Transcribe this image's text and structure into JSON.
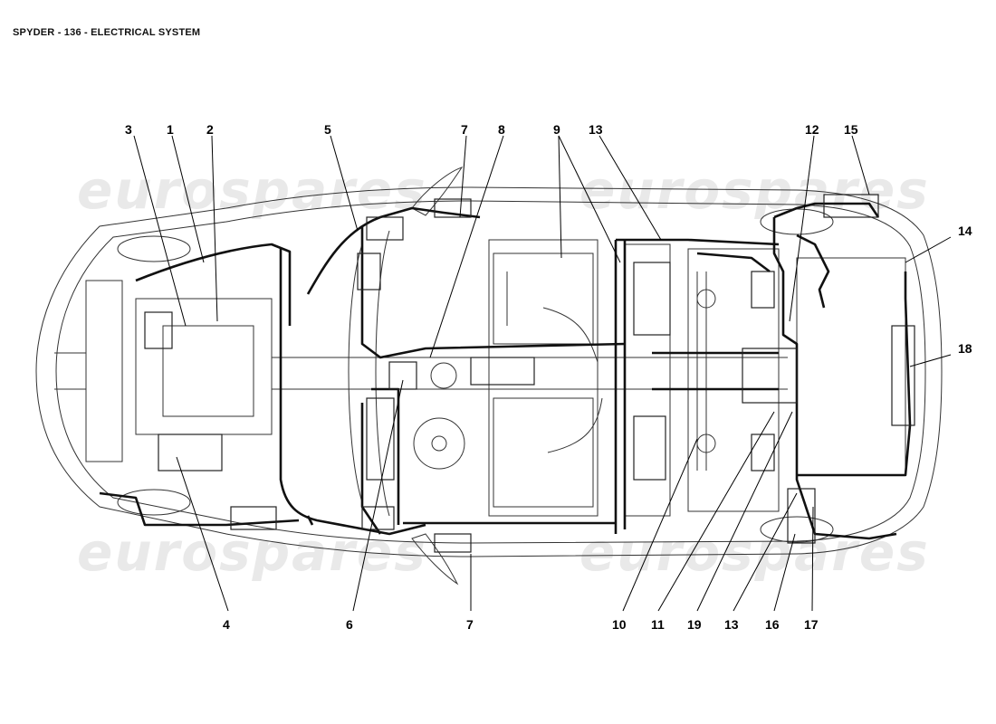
{
  "header": {
    "title": "SPYDER - 136 - ELECTRICAL SYSTEM"
  },
  "watermark": {
    "text": "eurospares"
  },
  "callouts": [
    {
      "id": "c-3",
      "label": "3"
    },
    {
      "id": "c-1",
      "label": "1"
    },
    {
      "id": "c-2",
      "label": "2"
    },
    {
      "id": "c-5",
      "label": "5"
    },
    {
      "id": "c-7a",
      "label": "7"
    },
    {
      "id": "c-8",
      "label": "8"
    },
    {
      "id": "c-9",
      "label": "9"
    },
    {
      "id": "c-13a",
      "label": "13"
    },
    {
      "id": "c-12",
      "label": "12"
    },
    {
      "id": "c-15",
      "label": "15"
    },
    {
      "id": "c-14",
      "label": "14"
    },
    {
      "id": "c-18",
      "label": "18"
    },
    {
      "id": "c-4",
      "label": "4"
    },
    {
      "id": "c-6",
      "label": "6"
    },
    {
      "id": "c-7b",
      "label": "7"
    },
    {
      "id": "c-10",
      "label": "10"
    },
    {
      "id": "c-11",
      "label": "11"
    },
    {
      "id": "c-19",
      "label": "19"
    },
    {
      "id": "c-13b",
      "label": "13"
    },
    {
      "id": "c-16",
      "label": "16"
    },
    {
      "id": "c-17",
      "label": "17"
    }
  ]
}
